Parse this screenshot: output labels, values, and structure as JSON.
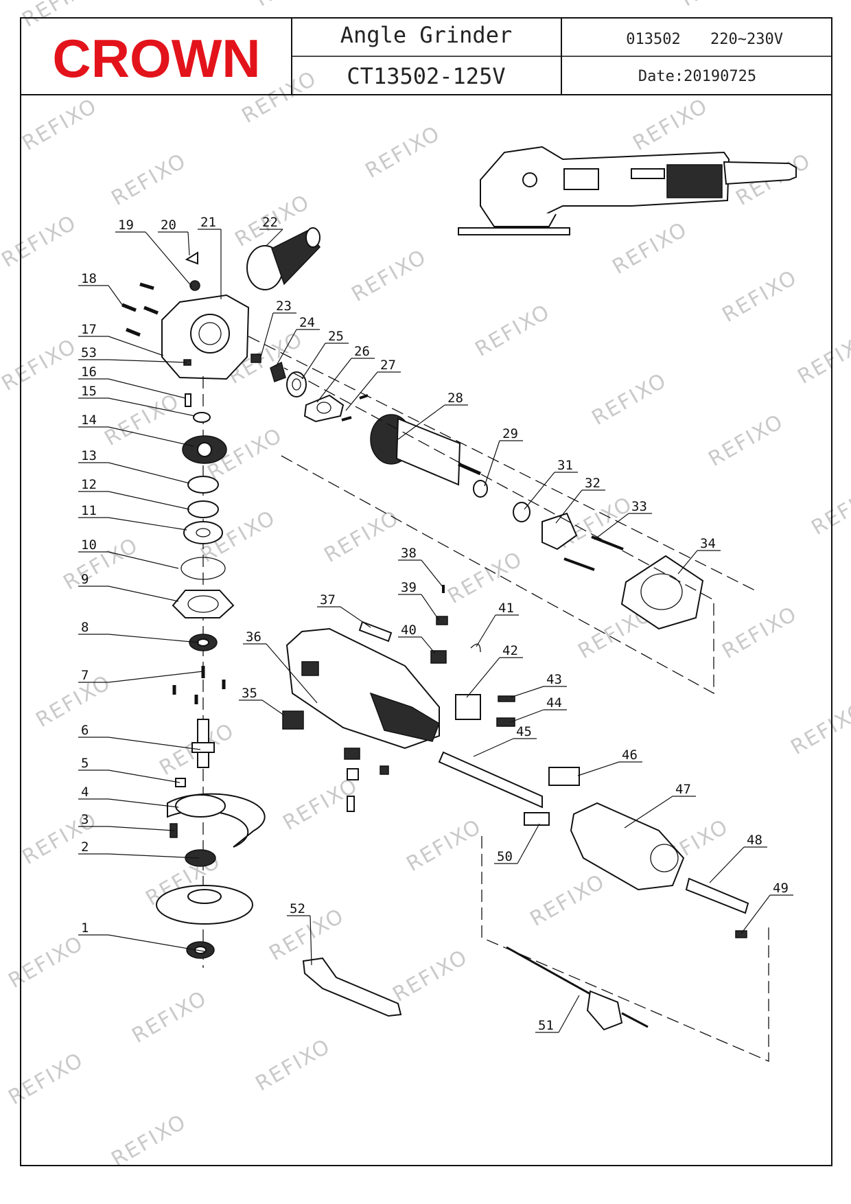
{
  "header": {
    "logo_text": "CROWN",
    "title": "Angle  Grinder",
    "model": "CT13502-125V",
    "code": "013502",
    "voltage": "220~230V",
    "date": "Date:20190725"
  },
  "colors": {
    "brand": "#e3131b",
    "line": "#111111",
    "watermark": "#c9c9c9"
  },
  "watermark_text": "REFIXO",
  "part_numbers": [
    "1",
    "2",
    "3",
    "4",
    "5",
    "6",
    "7",
    "8",
    "9",
    "10",
    "11",
    "12",
    "13",
    "14",
    "15",
    "16",
    "17",
    "18",
    "19",
    "20",
    "21",
    "22",
    "23",
    "24",
    "25",
    "26",
    "27",
    "28",
    "29",
    "31",
    "32",
    "33",
    "34",
    "35",
    "36",
    "37",
    "38",
    "39",
    "40",
    "41",
    "42",
    "43",
    "44",
    "45",
    "46",
    "47",
    "48",
    "49",
    "50",
    "51",
    "52",
    "53"
  ]
}
